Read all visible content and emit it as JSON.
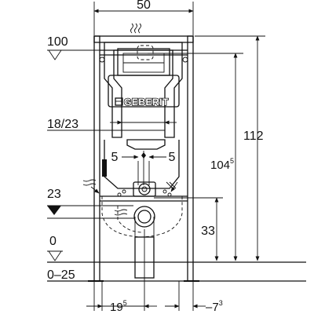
{
  "diagram": {
    "brand": "GEBERIT",
    "top_width": "50",
    "level_100": "100",
    "level_23": "23",
    "level_0": "0",
    "level_floor": "0–25",
    "dim_18_23": "18/23",
    "dim_5_left": "5",
    "dim_5_right": "5",
    "dim_104_base": "104",
    "dim_104_sup": "5",
    "dim_112": "112",
    "dim_33": "33",
    "dim_19_base": "19",
    "dim_19_sup": "5",
    "dim_7_base": "7",
    "dim_7_sup": "3"
  }
}
